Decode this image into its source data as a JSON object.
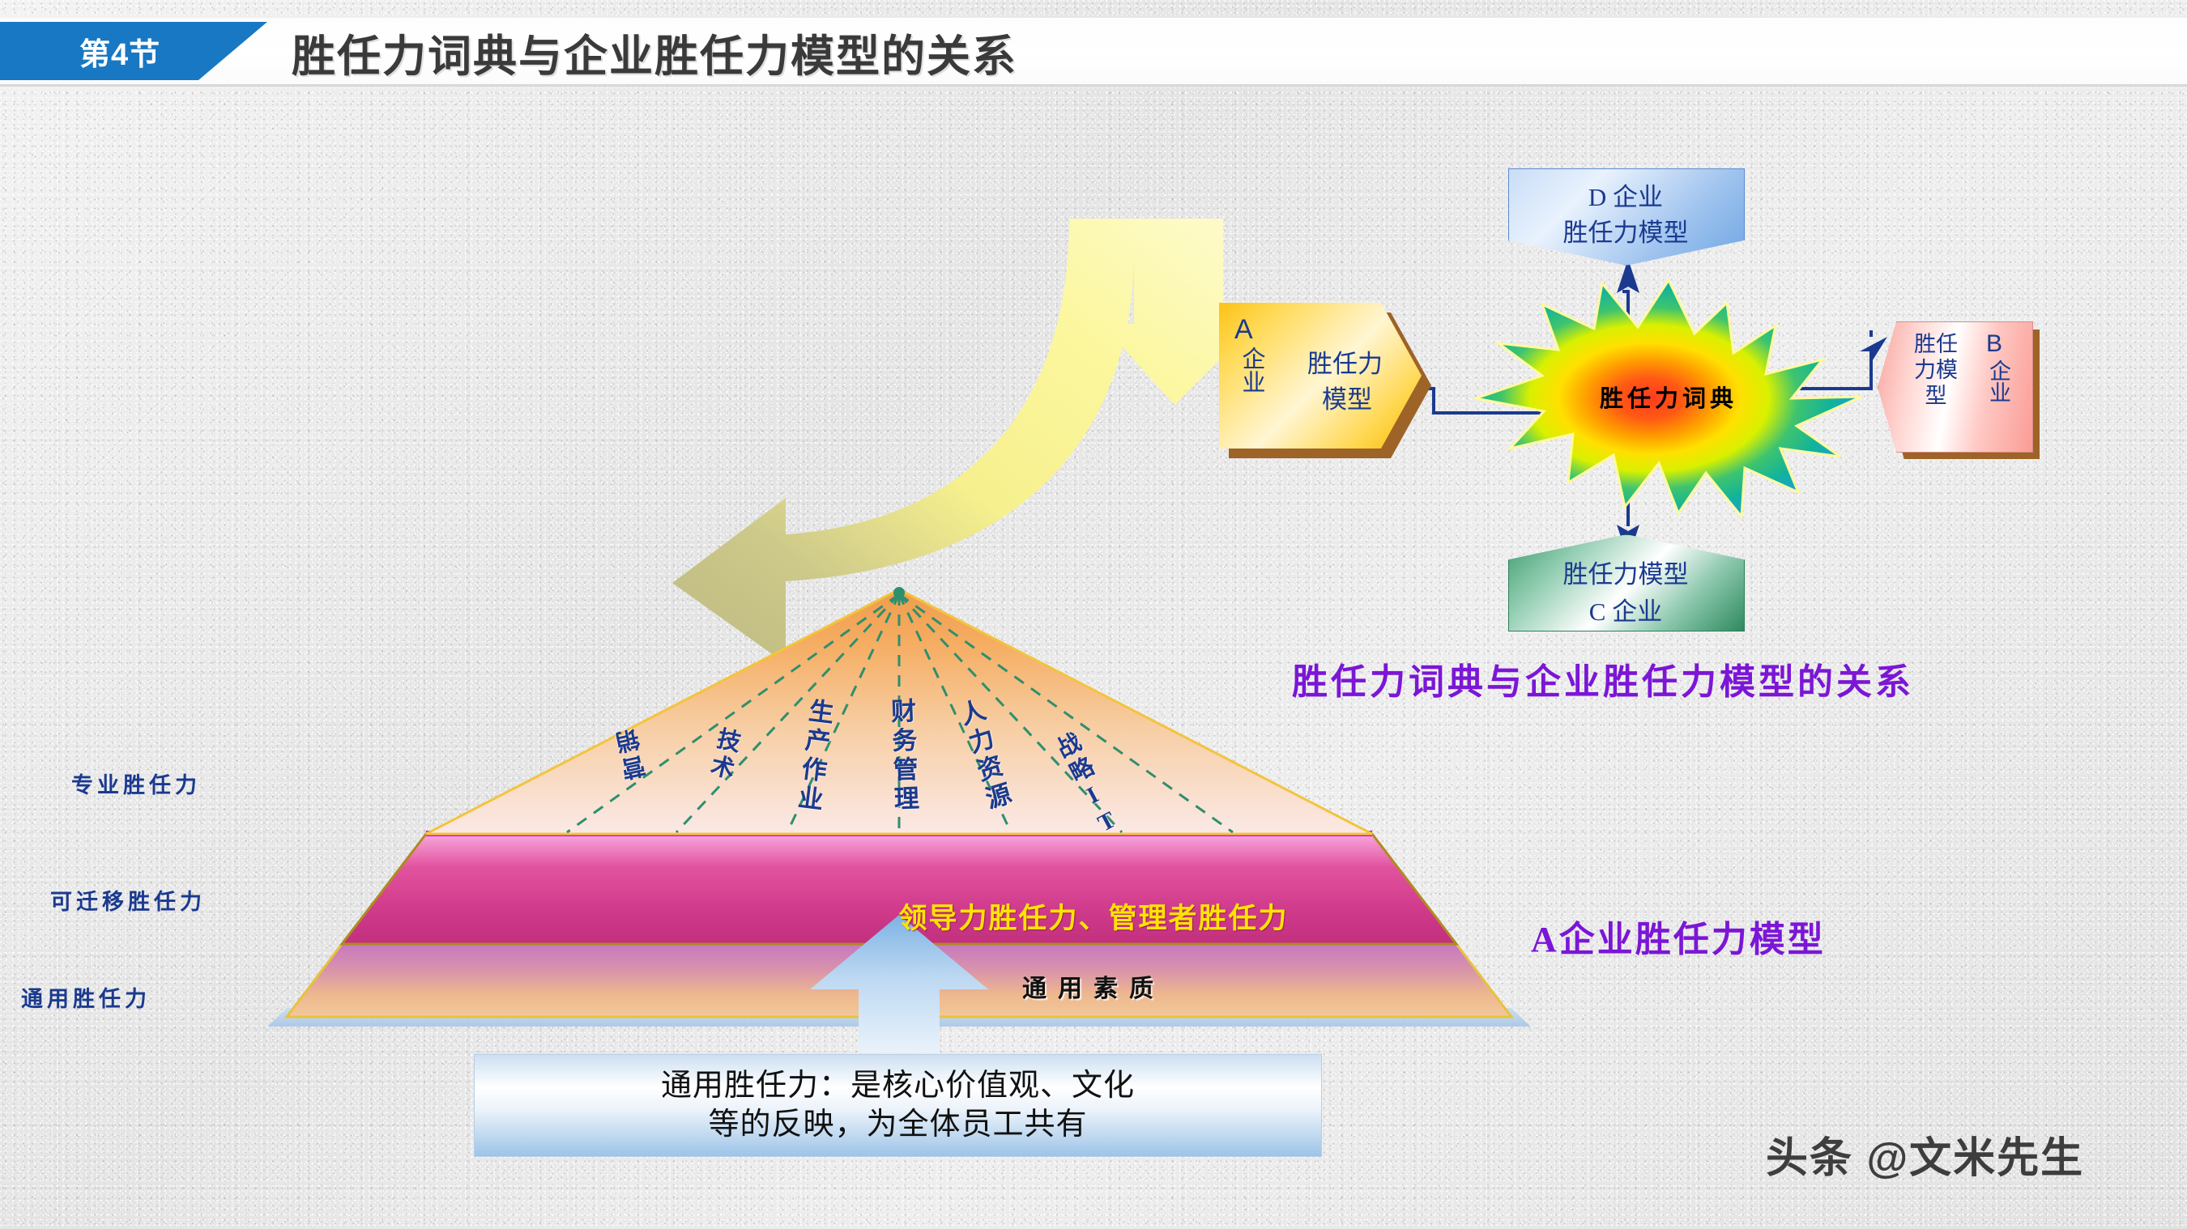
{
  "slide": {
    "section_tag": "第4节",
    "title": "胜任力词典与企业胜任力模型的关系",
    "watermark": "头条 @文米先生"
  },
  "pyramid": {
    "side_labels": [
      {
        "text": "专业胜任力"
      },
      {
        "text": "可迁移胜任力"
      },
      {
        "text": "通用胜任力"
      }
    ],
    "columns": [
      {
        "text": "营销"
      },
      {
        "text": "技术"
      },
      {
        "text": "生产作业"
      },
      {
        "text": "财务管理"
      },
      {
        "text": "人力资源"
      },
      {
        "text": "战略IT"
      }
    ],
    "middle_band": "领导力胜任力、管理者胜任力",
    "base_band": "通用素质",
    "caption": "A企业胜任力模型"
  },
  "callout": {
    "line1": "通用胜任力：是核心价值观、文化",
    "line2": "等的反映，为全体员工共有"
  },
  "diagram": {
    "caption": "胜任力词典与企业胜任力模型的关系",
    "center": {
      "label": "胜任力词典"
    },
    "node_a": {
      "code": "A",
      "org": "企业",
      "model_line1": "胜任力",
      "model_line2": "模型"
    },
    "node_b": {
      "code": "B",
      "org": "企业",
      "model": "胜任力模型"
    },
    "node_c": {
      "line1": "胜任力模型",
      "line2": "C 企业"
    },
    "node_d": {
      "line1": "D 企业",
      "line2": "胜任力模型"
    }
  },
  "colors": {
    "accent_blue": "#1878c4",
    "title_gray": "#3a3a3a",
    "purple": "#7b16d6",
    "node_blue_text": "#1b3a8f",
    "band_yellow": "#ffe400"
  },
  "chart_data": {
    "type": "pyramid",
    "title": "A企业胜任力模型",
    "tiers": [
      {
        "name": "专业胜任力",
        "label": "专业胜任力",
        "segments": [
          "营销",
          "技术",
          "生产作业",
          "财务管理",
          "人力资源",
          "战略IT"
        ]
      },
      {
        "name": "可迁移胜任力",
        "label": "可迁移胜任力",
        "band_text": "领导力胜任力、管理者胜任力"
      },
      {
        "name": "通用胜任力",
        "label": "通用胜任力",
        "band_text": "通用素质"
      }
    ],
    "annotation": "通用胜任力：是核心价值观、文化等的反映，为全体员工共有"
  }
}
